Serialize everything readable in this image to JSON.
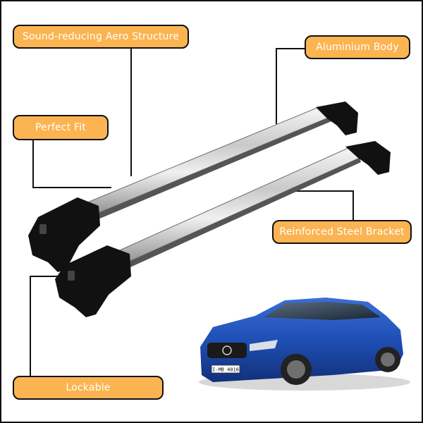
{
  "callouts": {
    "aero": "Sound-reducing Aero Structure",
    "aluminium": "Aluminium Body",
    "fit": "Perfect Fit",
    "bracket": "Reinforced Steel Bracket",
    "lockable": "Lockable"
  },
  "car": {
    "plate": "I-MB 4016"
  },
  "colors": {
    "callout_fill": "#fbb451",
    "callout_text": "#ffffff",
    "bar_foot": "#111111",
    "car_body": "#1f4fb5"
  }
}
